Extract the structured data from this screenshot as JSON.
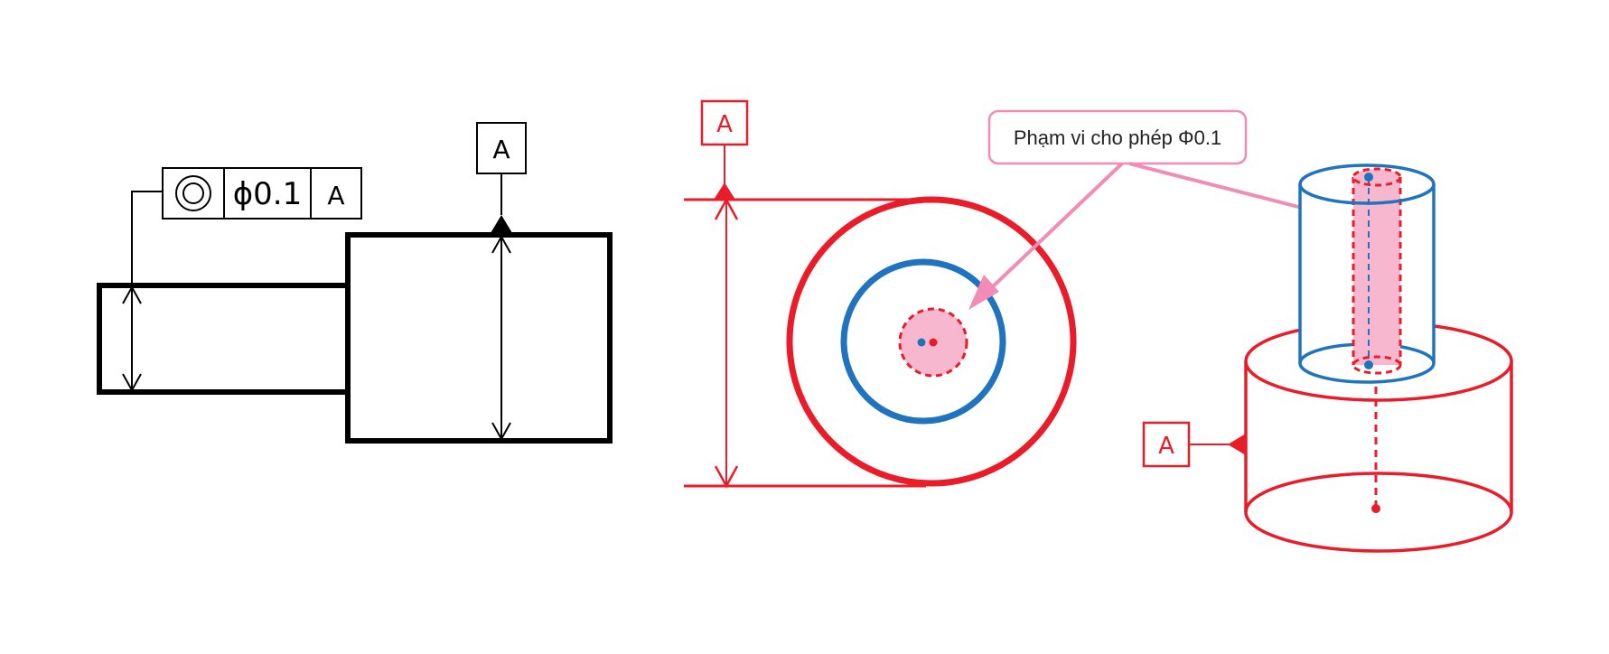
{
  "colors": {
    "black": "#000000",
    "red": "#ea1c2a",
    "blue": "#1f73bf",
    "pink": "#f28bb5",
    "pink_fill": "#f7b8cf"
  },
  "left_drawing": {
    "feature_control_frame": {
      "symbol": "concentricity-icon",
      "tolerance": "ϕ0.1",
      "datum": "A"
    },
    "datum_label": "A"
  },
  "middle_drawing": {
    "datum_label": "A"
  },
  "callout": {
    "text": "Phạm vi cho phép Φ0.1"
  },
  "right_drawing": {
    "datum_label": "A"
  }
}
